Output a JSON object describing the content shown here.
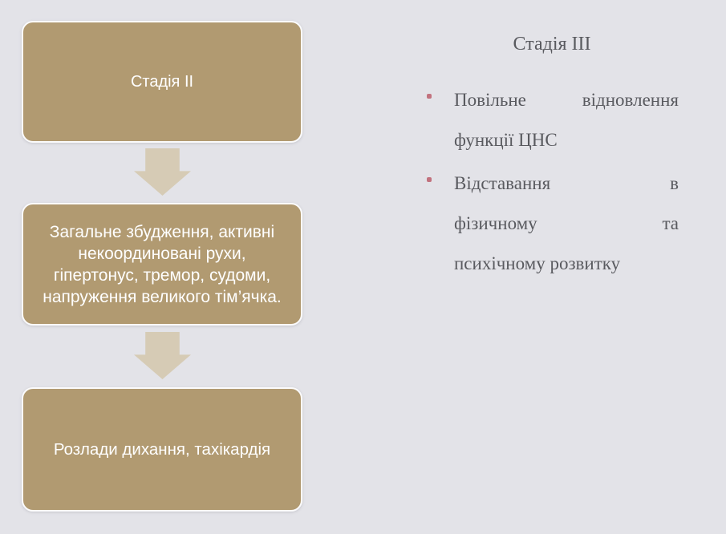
{
  "slide": {
    "background_color": "#e3e3e8",
    "flowchart": {
      "box_fill": "#b19a71",
      "box_border_color": "#fbfbfc",
      "box_text_color": "#ffffff",
      "arrow_fill": "#d6cbb5",
      "boxes": [
        {
          "text": "Стадія II"
        },
        {
          "lines": [
            "Загальне збудження, активні",
            "некоординовані рухи,",
            "гіпертонус, тремор, судоми,",
            "напруження великого тім’ячка."
          ]
        },
        {
          "text": "Розлади дихання, тахікардія"
        }
      ]
    },
    "stage3": {
      "title": "Стадія III",
      "text_color": "#595a5f",
      "bullet_marker_color": "#c2727e",
      "bullets": [
        {
          "lines": [
            {
              "left": "Повільне",
              "right": "відновлення"
            },
            {
              "text": "функції ЦНС"
            }
          ]
        },
        {
          "lines": [
            {
              "left": "Відставання",
              "right": "в"
            },
            {
              "left": "фізичному",
              "right": "та"
            },
            {
              "text": "психічному розвитку"
            }
          ]
        }
      ]
    }
  }
}
